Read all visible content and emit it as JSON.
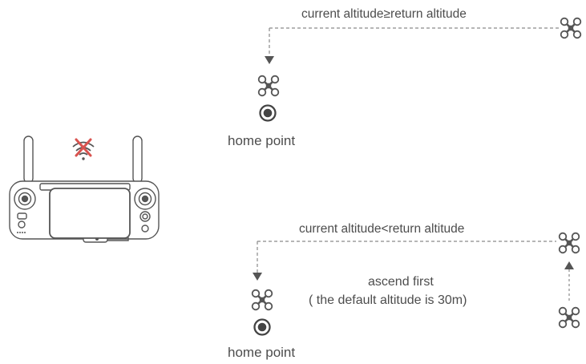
{
  "scenario_high": {
    "title": "current altitude≥return altitude",
    "home_label": "home point"
  },
  "scenario_low": {
    "title": "current altitude<return altitude",
    "note_line1": "ascend first",
    "note_line2": "( the default altitude is 30m)",
    "home_label": "home point"
  },
  "icons": {
    "drone": "quadcopter-icon",
    "home": "home-point-icon",
    "controller": "remote-controller-icon",
    "signal_lost": "signal-lost-icon"
  },
  "colors": {
    "line": "#8a8a8a",
    "icon": "#555555",
    "signal_lost_cross": "#d9534f",
    "text": "#4d4d4d"
  }
}
